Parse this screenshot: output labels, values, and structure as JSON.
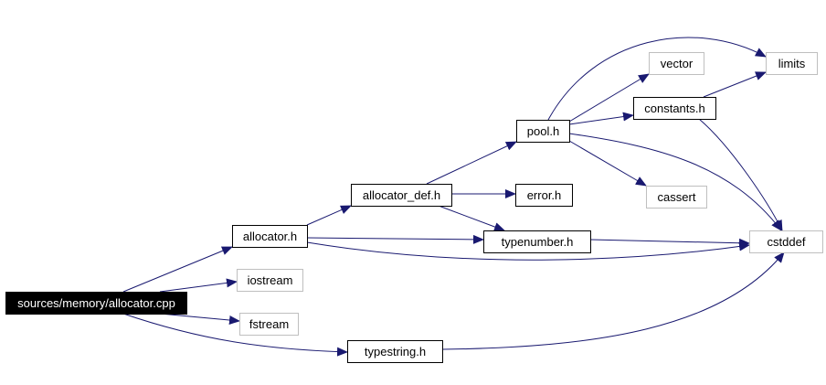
{
  "diagram": {
    "nodes": [
      {
        "id": "allocator_cpp",
        "label": "sources/memory/allocator.cpp",
        "style": "root"
      },
      {
        "id": "allocator_h",
        "label": "allocator.h",
        "style": "documented"
      },
      {
        "id": "iostream",
        "label": "iostream",
        "style": "external"
      },
      {
        "id": "fstream",
        "label": "fstream",
        "style": "external"
      },
      {
        "id": "typestring_h",
        "label": "typestring.h",
        "style": "documented"
      },
      {
        "id": "allocator_def_h",
        "label": "allocator_def.h",
        "style": "documented"
      },
      {
        "id": "typenumber_h",
        "label": "typenumber.h",
        "style": "documented"
      },
      {
        "id": "cstddef",
        "label": "cstddef",
        "style": "external"
      },
      {
        "id": "pool_h",
        "label": "pool.h",
        "style": "documented"
      },
      {
        "id": "error_h",
        "label": "error.h",
        "style": "documented"
      },
      {
        "id": "vector",
        "label": "vector",
        "style": "external"
      },
      {
        "id": "constants_h",
        "label": "constants.h",
        "style": "documented"
      },
      {
        "id": "cassert",
        "label": "cassert",
        "style": "external"
      },
      {
        "id": "limits",
        "label": "limits",
        "style": "external"
      }
    ],
    "edges": [
      {
        "from": "allocator_cpp",
        "to": "allocator_h"
      },
      {
        "from": "allocator_cpp",
        "to": "iostream"
      },
      {
        "from": "allocator_cpp",
        "to": "fstream"
      },
      {
        "from": "allocator_cpp",
        "to": "typestring_h"
      },
      {
        "from": "allocator_h",
        "to": "allocator_def_h"
      },
      {
        "from": "allocator_h",
        "to": "typenumber_h"
      },
      {
        "from": "allocator_h",
        "to": "cstddef"
      },
      {
        "from": "allocator_def_h",
        "to": "pool_h"
      },
      {
        "from": "allocator_def_h",
        "to": "error_h"
      },
      {
        "from": "allocator_def_h",
        "to": "typenumber_h"
      },
      {
        "from": "pool_h",
        "to": "limits"
      },
      {
        "from": "pool_h",
        "to": "vector"
      },
      {
        "from": "pool_h",
        "to": "constants_h"
      },
      {
        "from": "pool_h",
        "to": "cassert"
      },
      {
        "from": "pool_h",
        "to": "cstddef"
      },
      {
        "from": "constants_h",
        "to": "limits"
      },
      {
        "from": "constants_h",
        "to": "cstddef"
      },
      {
        "from": "typenumber_h",
        "to": "cstddef"
      },
      {
        "from": "typestring_h",
        "to": "cstddef"
      }
    ]
  },
  "colors": {
    "edge": "#191970",
    "root_fill": "#000000",
    "root_text": "#ffffff",
    "documented_border": "#000000",
    "external_border": "#bfbfbf",
    "text": "#000000"
  }
}
